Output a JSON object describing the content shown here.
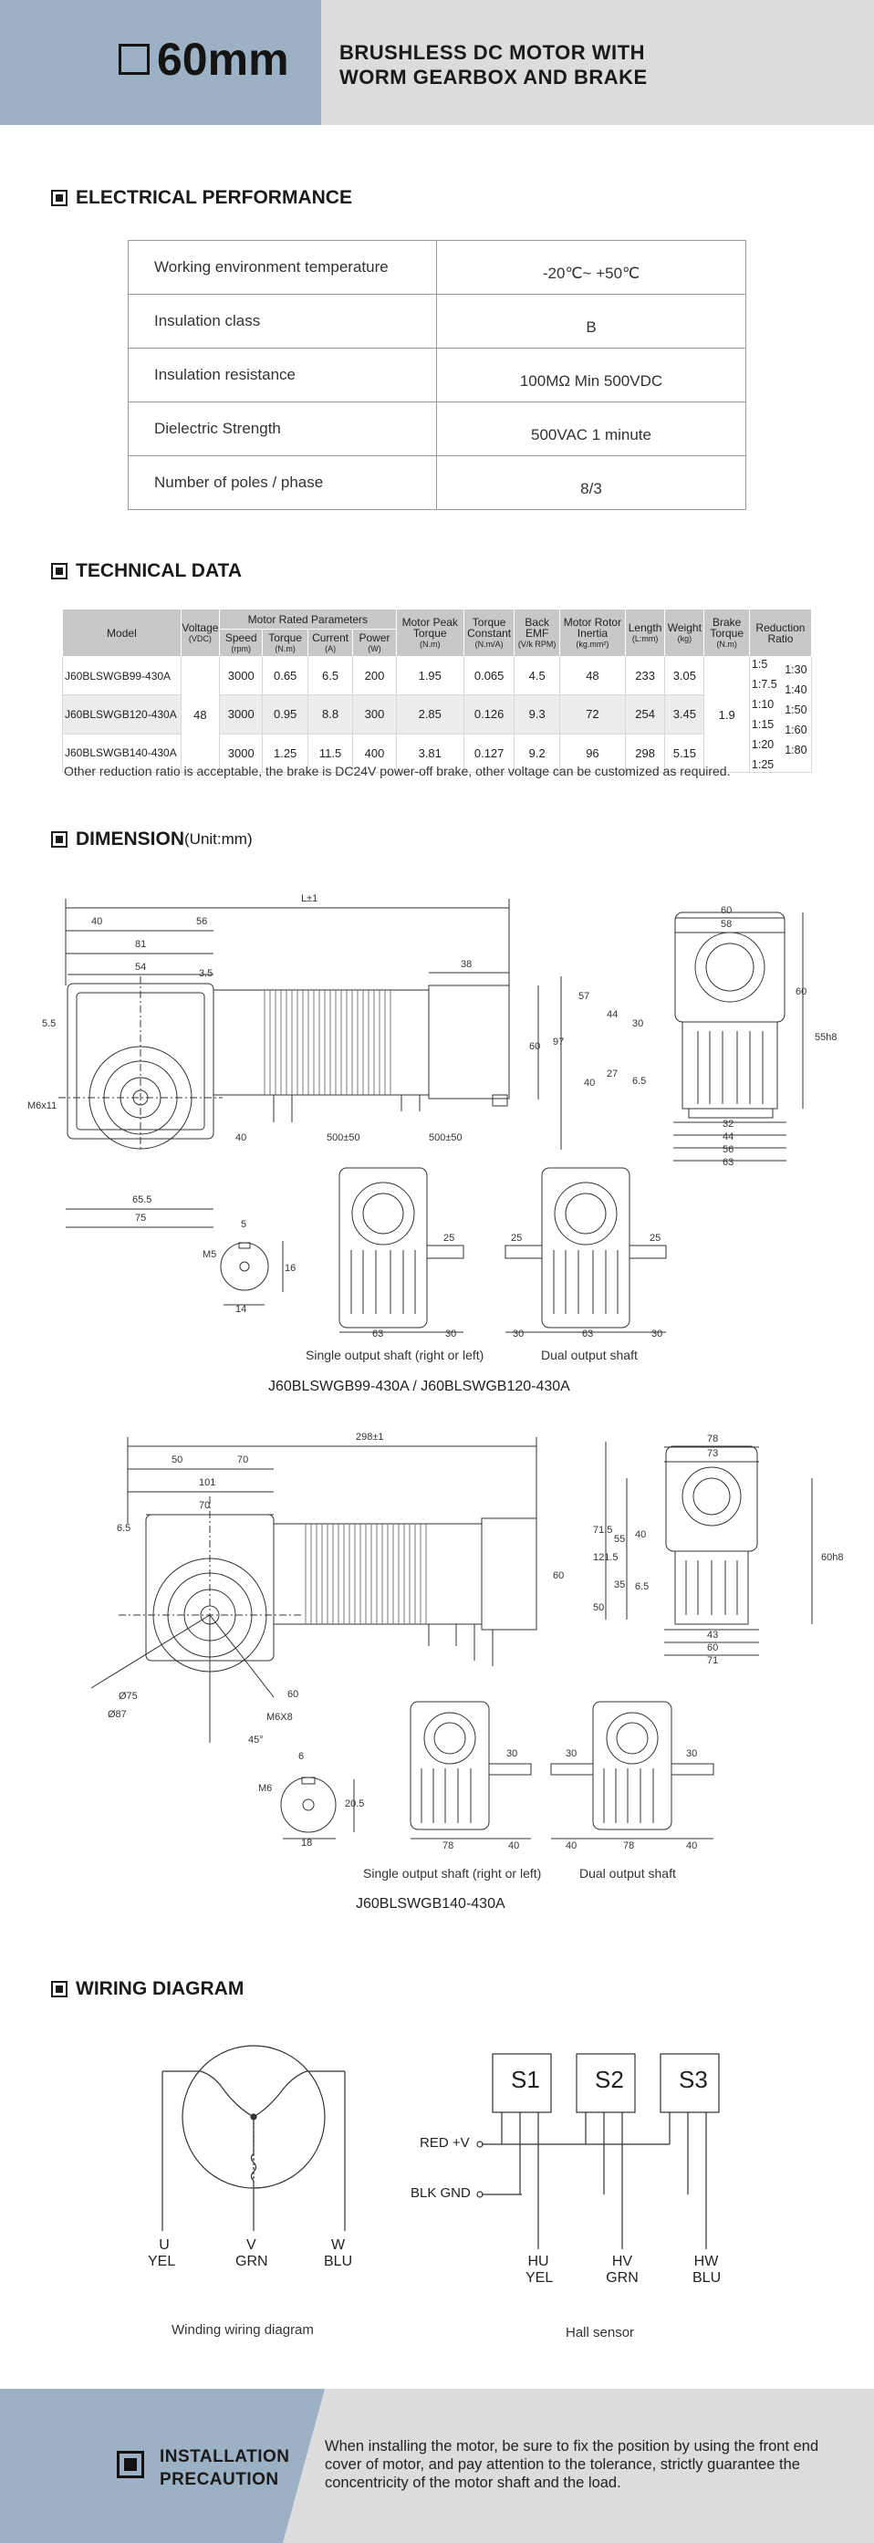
{
  "header": {
    "size": "60mm",
    "title_line1": "BRUSHLESS DC MOTOR WITH",
    "title_line2": "WORM GEARBOX AND BRAKE"
  },
  "sections": {
    "electrical": "ELECTRICAL PERFORMANCE",
    "technical": "TECHNICAL DATA",
    "dimension": "DIMENSION",
    "dimension_unit": "(Unit:mm)",
    "wiring": "WIRING DIAGRAM"
  },
  "electrical": [
    {
      "label": "Working environment temperature",
      "value": "-20℃~ +50℃"
    },
    {
      "label": "Insulation class",
      "value": "B"
    },
    {
      "label": "Insulation resistance",
      "value": "100MΩ Min 500VDC"
    },
    {
      "label": "Dielectric Strength",
      "value": "500VAC 1 minute"
    },
    {
      "label": "Number of poles / phase",
      "value": "8/3"
    }
  ],
  "technical": {
    "headers": {
      "model": "Model",
      "voltage": "Voltage",
      "voltage_unit": "(VDC)",
      "rated_group": "Motor Rated Parameters",
      "speed": "Speed",
      "speed_unit": "(rpm)",
      "torque": "Torque",
      "torque_unit": "(N.m)",
      "current": "Current",
      "current_unit": "(A)",
      "power": "Power",
      "power_unit": "(W)",
      "peak": "Motor Peak Torque",
      "peak_unit": "(N.m)",
      "tconst": "Torque Constant",
      "tconst_unit": "(N.m/A)",
      "emf": "Back EMF",
      "emf_unit": "(V/k RPM)",
      "inertia": "Motor Rotor Inertia",
      "inertia_unit": "(kg.mm²)",
      "length": "Length",
      "length_unit": "(L:mm)",
      "weight": "Weight",
      "weight_unit": "(kg)",
      "brake": "Brake Torque",
      "brake_unit": "(N.m)",
      "ratio": "Reduction Ratio"
    },
    "voltage": "48",
    "brake_torque": "1.9",
    "rows": [
      {
        "model": "J60BLSWGB99-430A",
        "speed": "3000",
        "torque": "0.65",
        "current": "6.5",
        "power": "200",
        "peak": "1.95",
        "tconst": "0.065",
        "emf": "4.5",
        "inertia": "48",
        "length": "233",
        "weight": "3.05"
      },
      {
        "model": "J60BLSWGB120-430A",
        "speed": "3000",
        "torque": "0.95",
        "current": "8.8",
        "power": "300",
        "peak": "2.85",
        "tconst": "0.126",
        "emf": "9.3",
        "inertia": "72",
        "length": "254",
        "weight": "3.45"
      },
      {
        "model": "J60BLSWGB140-430A",
        "speed": "3000",
        "torque": "1.25",
        "current": "11.5",
        "power": "400",
        "peak": "3.81",
        "tconst": "0.127",
        "emf": "9.2",
        "inertia": "96",
        "length": "298",
        "weight": "5.15"
      }
    ],
    "ratios": [
      "1:5",
      "1:30",
      "1:7.5",
      "1:40",
      "1:10",
      "1:50",
      "1:15",
      "1:60",
      "1:20",
      "1:80",
      "1:25"
    ],
    "note": "Other reduction ratio is acceptable, the brake is DC24V power-off brake,  other voltage can be customized as required."
  },
  "dimension": {
    "d1": {
      "L": "L±1",
      "a40": "40",
      "a56": "56",
      "a81": "81",
      "a54": "54",
      "a35": "3.5",
      "a38": "38",
      "h5_5": "5.5",
      "h60": "60",
      "h97": "97",
      "h40": "40",
      "m6": "M6x11",
      "w655": "65.5",
      "w75": "75",
      "c500a": "500±50",
      "c500b": "500±50",
      "s60": "60",
      "s58": "58",
      "s57": "57",
      "s44": "44",
      "s30": "30",
      "s27": "27",
      "s40": "40",
      "s65": "6.5",
      "s60b": "60",
      "s55h8": "55h8",
      "s32": "32",
      "s44b": "44",
      "s56": "56",
      "s63": "63",
      "k5": "5",
      "m5": "M5",
      "k16": "16",
      "k14": "14",
      "e25a": "25",
      "e63a": "63",
      "e30a": "30",
      "e25b": "25",
      "e25c": "25",
      "e30b": "30",
      "e63b": "63",
      "e30c": "30"
    },
    "single_caption_1": "Single output shaft (right or left)",
    "dual_caption_1": "Dual output shaft",
    "model_caption_1": "J60BLSWGB99-430A  / J60BLSWGB120-430A",
    "d2": {
      "L": "298±1",
      "a50": "50",
      "a70": "70",
      "a101": "101",
      "a70b": "70",
      "a65": "6.5",
      "h60": "60",
      "d75": "Ø75",
      "d87": "Ø87",
      "m6x": "M6X8",
      "ang": "45°",
      "s78": "78",
      "s73": "73",
      "s1215": "121.5",
      "s715": "71.5",
      "s55": "55",
      "s40": "40",
      "s35": "35",
      "s50": "50",
      "s65": "6.5",
      "s60h8": "60h8",
      "s43": "43",
      "s60": "60",
      "s71": "71",
      "k6": "6",
      "m6": "M6",
      "k205": "20.5",
      "k18": "18",
      "e30a": "30",
      "e78a": "78",
      "e40a": "40",
      "e30b": "30",
      "e30c": "30",
      "e40b": "40",
      "e78b": "78",
      "e40c": "40"
    },
    "single_caption_2": "Single output shaft (right or left)",
    "dual_caption_2": "Dual output shaft",
    "model_caption_2": "J60BLSWGB140-430A"
  },
  "wiring": {
    "u": "U",
    "v": "V",
    "w": "W",
    "u_color": "YEL",
    "v_color": "GRN",
    "w_color": "BLU",
    "winding_caption": "Winding wiring diagram",
    "s1": "S1",
    "s2": "S2",
    "s3": "S3",
    "red": "RED +V",
    "blk": "BLK GND",
    "hu": "HU",
    "hv": "HV",
    "hw": "HW",
    "hu_color": "YEL",
    "hv_color": "GRN",
    "hw_color": "BLU",
    "hall_caption": "Hall sensor"
  },
  "footer": {
    "title_line1": "INSTALLATION",
    "title_line2": "PRECAUTION",
    "text": "When installing the motor, be sure to fix the position by using the front end cover of motor, and pay attention to the tolerance, strictly guarantee the concentricity of the motor shaft and the load."
  }
}
